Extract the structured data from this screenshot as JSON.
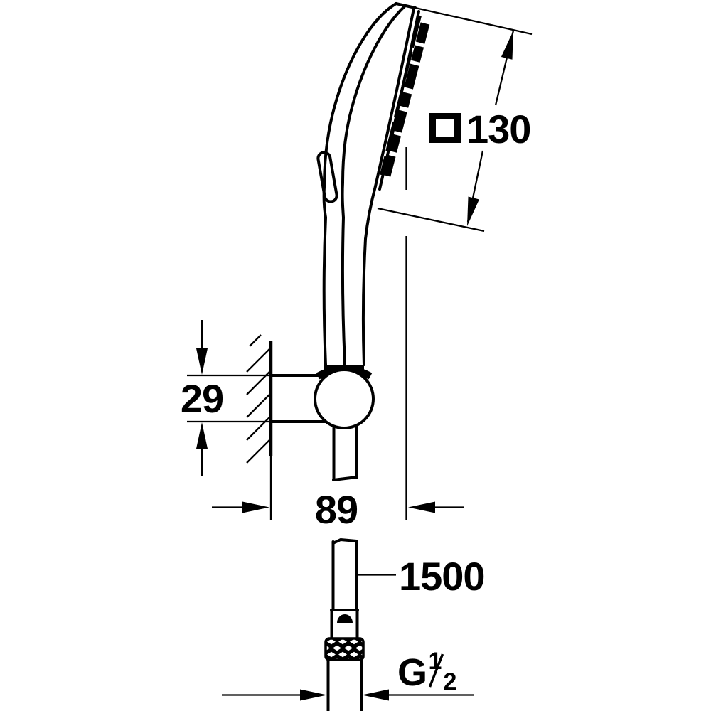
{
  "page": {
    "background": "#ffffff",
    "line_color": "#000000"
  },
  "drawing": {
    "name": "hand-shower-with-wall-holder-and-hose-dimension-drawing",
    "labels": {
      "head_face_size": "130",
      "holder_depth": "29",
      "wall_clearance": "89",
      "hose_length": "1500",
      "thread_letter": "G",
      "thread_numerator": "1",
      "thread_denominator": "2"
    }
  }
}
